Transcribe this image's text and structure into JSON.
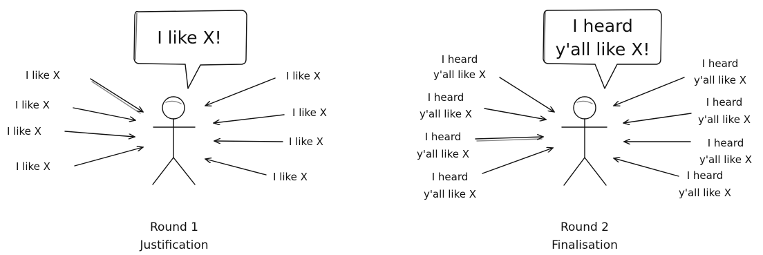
{
  "panels": [
    {
      "speech": [
        "I like X!"
      ],
      "incoming": [
        [
          "I like X"
        ],
        [
          "I like X"
        ],
        [
          "I like X"
        ],
        [
          "I like X"
        ],
        [
          "I like X"
        ],
        [
          "I like X"
        ],
        [
          "I like X"
        ],
        [
          "I like X"
        ]
      ],
      "caption": [
        "Round 1",
        "Justification"
      ]
    },
    {
      "speech": [
        "I heard",
        "y'all like X!"
      ],
      "incoming": [
        [
          "I heard",
          "y'all like X"
        ],
        [
          "I heard",
          "y'all like X"
        ],
        [
          "I heard",
          "y'all like X"
        ],
        [
          "I heard",
          "y'all like X"
        ],
        [
          "I heard",
          "y'all like X"
        ],
        [
          "I heard",
          "y'all like X"
        ],
        [
          "I heard",
          "y'all like X"
        ],
        [
          "I heard",
          "y'all like X"
        ]
      ],
      "caption": [
        "Round 2",
        "Finalisation"
      ]
    }
  ]
}
